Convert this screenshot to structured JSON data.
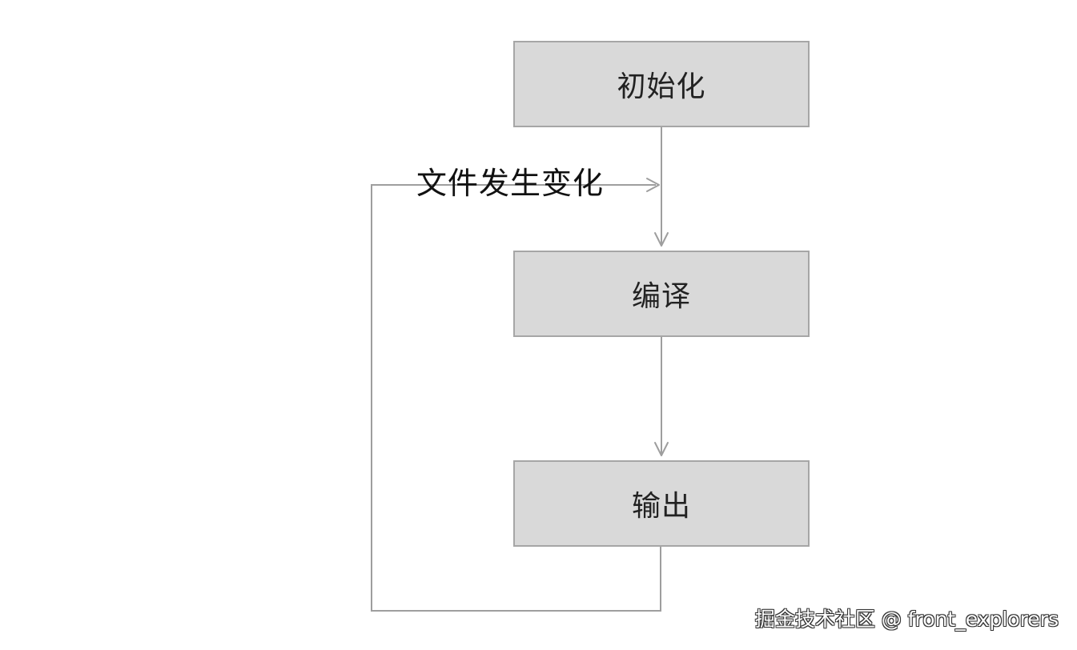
{
  "diagram": {
    "nodes": {
      "init": {
        "label": "初始化"
      },
      "compile": {
        "label": "编译"
      },
      "output": {
        "label": "输出"
      }
    },
    "edges": {
      "loop_label": "文件发生变化"
    },
    "colors": {
      "node_fill": "#d9d9d9",
      "node_border": "#a6a6a6",
      "line": "#9e9e9e"
    }
  },
  "watermark": {
    "text": "掘金技术社区 @ front_explorers"
  }
}
